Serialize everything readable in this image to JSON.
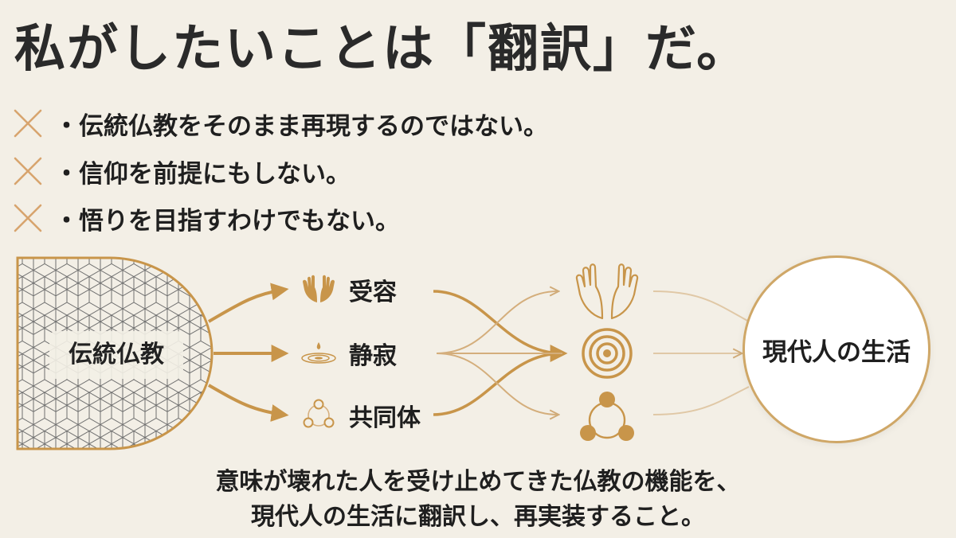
{
  "title": "私がしたいことは「翻訳」だ。",
  "negations": [
    {
      "icon": "cross-icon",
      "text": "・伝統仏教をそのまま再現するのではない。"
    },
    {
      "icon": "cross-icon",
      "text": "・信仰を前提にもしない。"
    },
    {
      "icon": "cross-icon",
      "text": "・悟りを目指すわけでもない。"
    }
  ],
  "diagram": {
    "source": "伝統仏教",
    "functions": [
      {
        "icon": "hands-icon",
        "label": "受容"
      },
      {
        "icon": "ripple-icon",
        "label": "静寂"
      },
      {
        "icon": "community-icon",
        "label": "共同体"
      }
    ],
    "outputs": [
      {
        "icon": "open-hands-icon"
      },
      {
        "icon": "concentric-circles-icon"
      },
      {
        "icon": "three-people-icon"
      }
    ],
    "target": "現代人の生活"
  },
  "caption": {
    "line1": "意味が壊れた人を受け止めてきた仏教の機能を、",
    "line2": "現代人の生活に翻訳し、再実装すること。"
  },
  "colors": {
    "accent": "#c8954a",
    "accent_light": "#dcc099",
    "background": "#f3efe6",
    "text": "#222222"
  }
}
